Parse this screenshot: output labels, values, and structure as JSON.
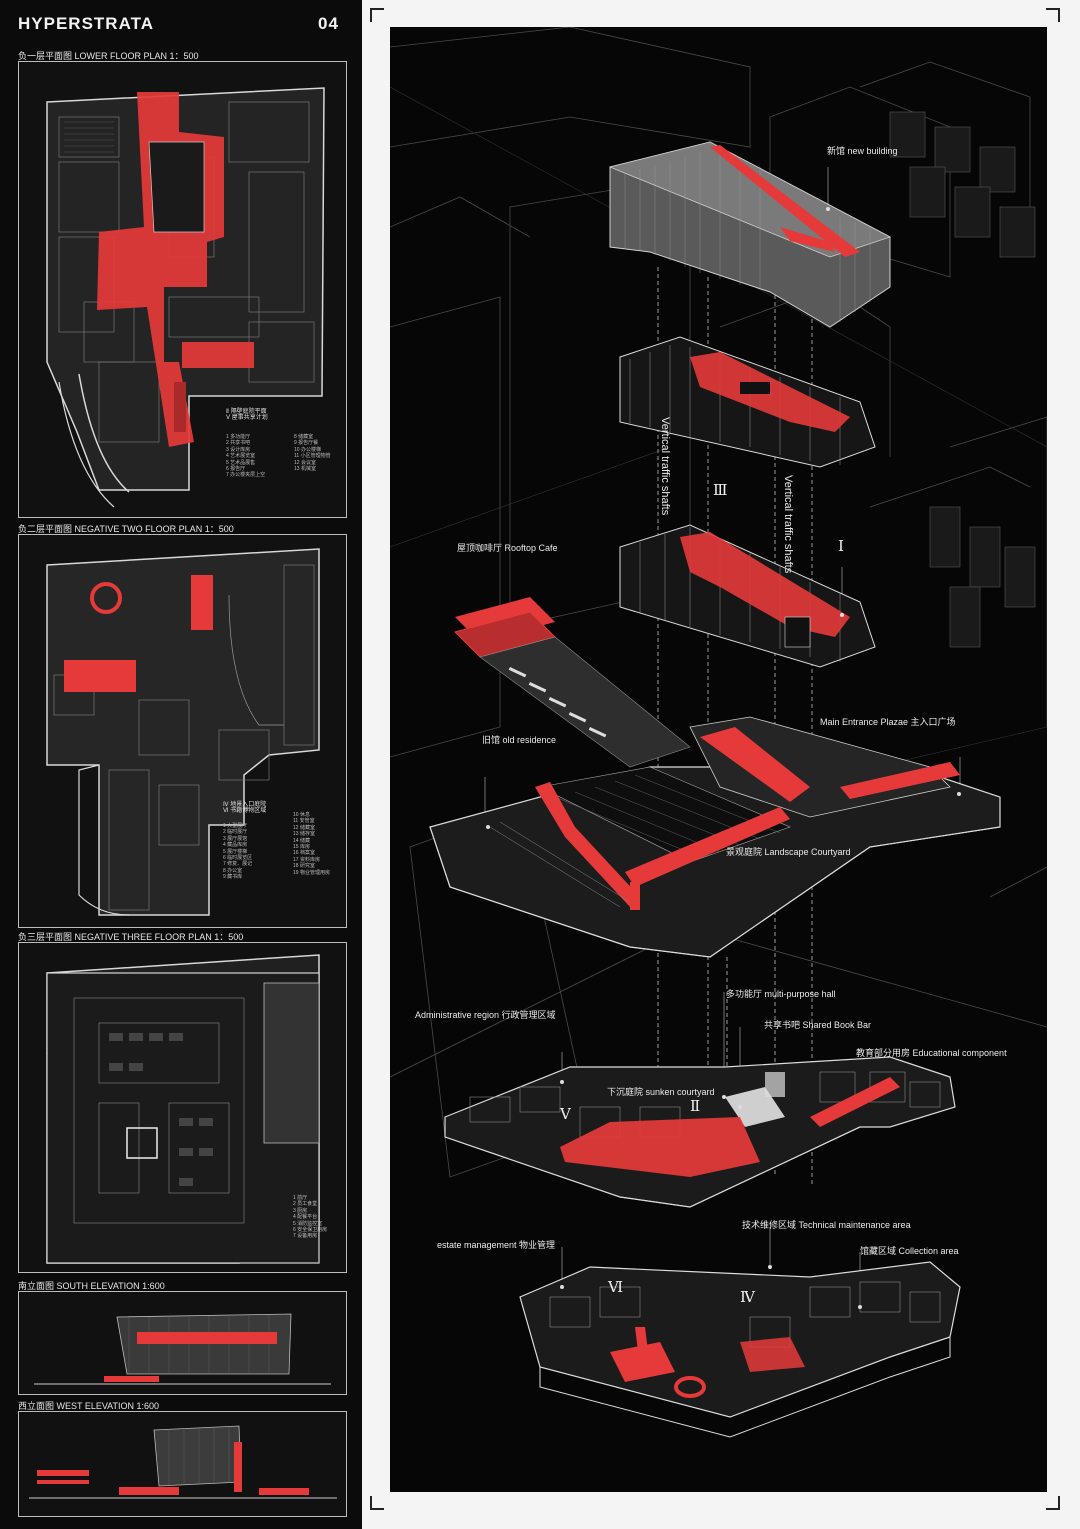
{
  "header": {
    "title": "HYPERSTRATA",
    "page": "04"
  },
  "plans": {
    "lower": {
      "caption": "负一层平面图  LOWER FLOOR PLAN 1：500",
      "legend_roman": [
        "Ⅱ  隔壁庭院平面",
        "Ⅴ  屋事共享计划"
      ],
      "legend_left": [
        "1    多功能厅",
        "2    共享书吧",
        "3    设计库房",
        "4    艺术展览室",
        "5    艺术品展售",
        "6    报告厅",
        "7    办公楼夹层上空"
      ],
      "legend_right": [
        "8    储藏室",
        "9    报告厅餐",
        "10   办公楼梯",
        "11   小区管理物管",
        "12   会议室",
        "13   机械室"
      ]
    },
    "neg2": {
      "caption": "负二层平面图  NEGATIVE TWO FLOOR PLAN 1：500",
      "legend_roman": [
        "Ⅳ  地景入口庭院",
        "Ⅵ  书籍博物区域"
      ],
      "legend_left": [
        "1    大型展厅",
        "2    临时展厅",
        "3    展厅展馆",
        "4    藏品库房",
        "5    展厅楼梯",
        "6    临时展览区",
        "7    修复、展记",
        "8    办公室",
        "9    藏书库"
      ],
      "legend_right": [
        "10   休息",
        "11   安管室",
        "12   储藏室",
        "13   储存室",
        "14   储藏",
        "15   库房",
        "16   档案室",
        "17   资料库房",
        "18   研究室",
        "19   物业管理用房"
      ]
    },
    "neg3": {
      "caption": "负三层平面图  NEGATIVE THREE FLOOR PLAN 1：500",
      "legend_left": [
        "1    前厅",
        "2    员工食堂",
        "3    厨房",
        "4    配餐平台",
        "5    消防监控室",
        "6    安全保卫用房",
        "7    设备用房"
      ]
    },
    "south": {
      "caption": "南立面图  SOUTH ELEVATION 1:600"
    },
    "west": {
      "caption": "西立面图  WEST ELEVATION 1:600"
    }
  },
  "labels": {
    "new_building": "新馆 new building",
    "vertical_1": "Vertical traffic shafts",
    "vertical_2": "Vertical traffic shafts",
    "rooftop": "屋顶咖啡厅  Rooftop Cafe",
    "old_residence": "旧馆  old residence",
    "main_entrance": "Main Entrance Plazae 主入口广场",
    "landscape": "景观庭院  Landscape Courtyard",
    "multipurpose": "多功能厅  multi-purpose hall",
    "admin": "Administrative region  行政管理区域",
    "bookbar": "共享书吧  Shared Book Bar",
    "educational": "教育部分用房  Educational component",
    "sunken": "下沉庭院  sunken courtyard",
    "technical": "技术维修区域  Technical maintenance area",
    "estate": "estate management 物业管理",
    "collection": "馆藏区域  Collection area"
  },
  "roman": {
    "r1": "Ⅰ",
    "r2": "Ⅱ",
    "r3": "Ⅲ",
    "r4": "Ⅳ",
    "r5": "Ⅴ",
    "r6": "Ⅵ"
  },
  "colors": {
    "accent": "#e63a3a",
    "background": "#060606",
    "line": "#cfcfcf"
  }
}
